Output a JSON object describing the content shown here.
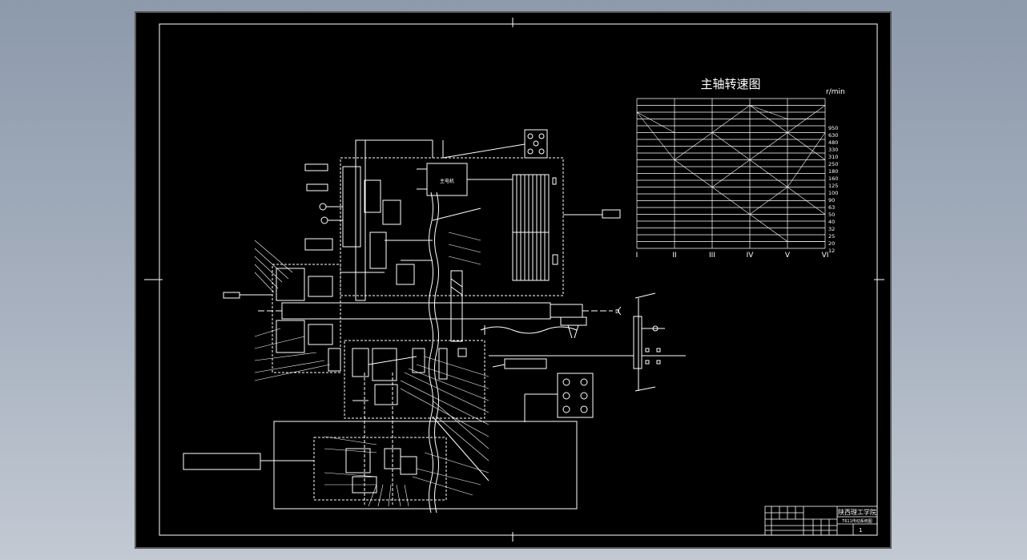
{
  "drawing": {
    "chart_title": "主轴转速图",
    "unit_label": "r/min",
    "speeds": [
      "950",
      "630",
      "480",
      "330",
      "310",
      "250",
      "180",
      "160",
      "125",
      "100",
      "90",
      "63",
      "50",
      "40",
      "32",
      "25",
      "20",
      "12"
    ],
    "shafts": [
      "I",
      "II",
      "III",
      "IV",
      "V",
      "VI"
    ],
    "motor_label": "主电机",
    "spindle_end_label": "D",
    "title_block": {
      "school": "陕西理工学院",
      "drawing_name": "T611传动系统图",
      "sheet": "1"
    }
  },
  "colors": {
    "sheet_background": "#000000",
    "line": "#ffffff",
    "frame_border": "#5a5a5a",
    "window_background": "#8d9aab"
  }
}
